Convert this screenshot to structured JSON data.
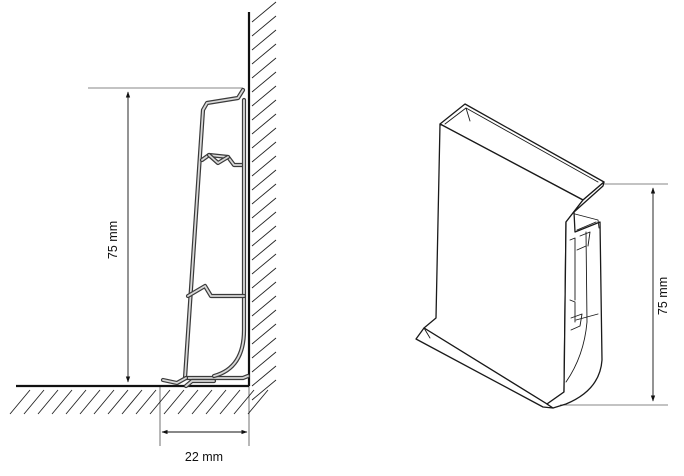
{
  "section_view": {
    "height_label": "75 mm",
    "depth_label": "22 mm"
  },
  "isometric_view": {
    "height_label": "75 mm"
  }
}
